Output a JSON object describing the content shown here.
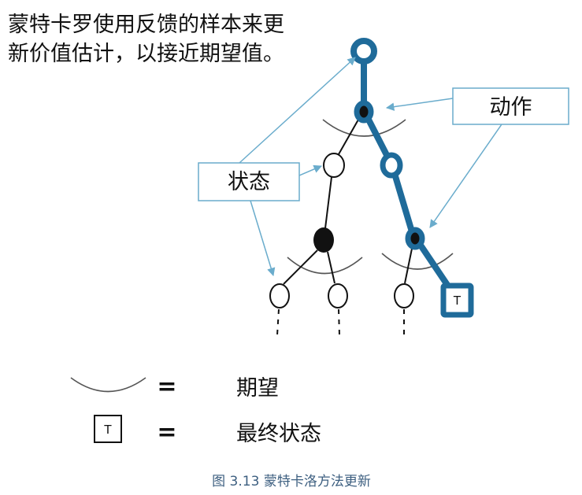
{
  "heading": {
    "line1": "蒙特卡罗使用反馈的样本来更",
    "line2": "新价值估计，以接近期望值。"
  },
  "callouts": {
    "action": "动作",
    "state": "状态"
  },
  "terminal_label": "T",
  "legend": {
    "expectation": {
      "symbol": "=",
      "label": "期望"
    },
    "terminal": {
      "marker": "T",
      "symbol": "=",
      "label": "最终状态"
    }
  },
  "caption": "图 3.13 蒙特卡洛方法更新",
  "colors": {
    "highlight": "#1f6b9a",
    "callout": "#6aaccc",
    "caption": "#3d5f80"
  }
}
